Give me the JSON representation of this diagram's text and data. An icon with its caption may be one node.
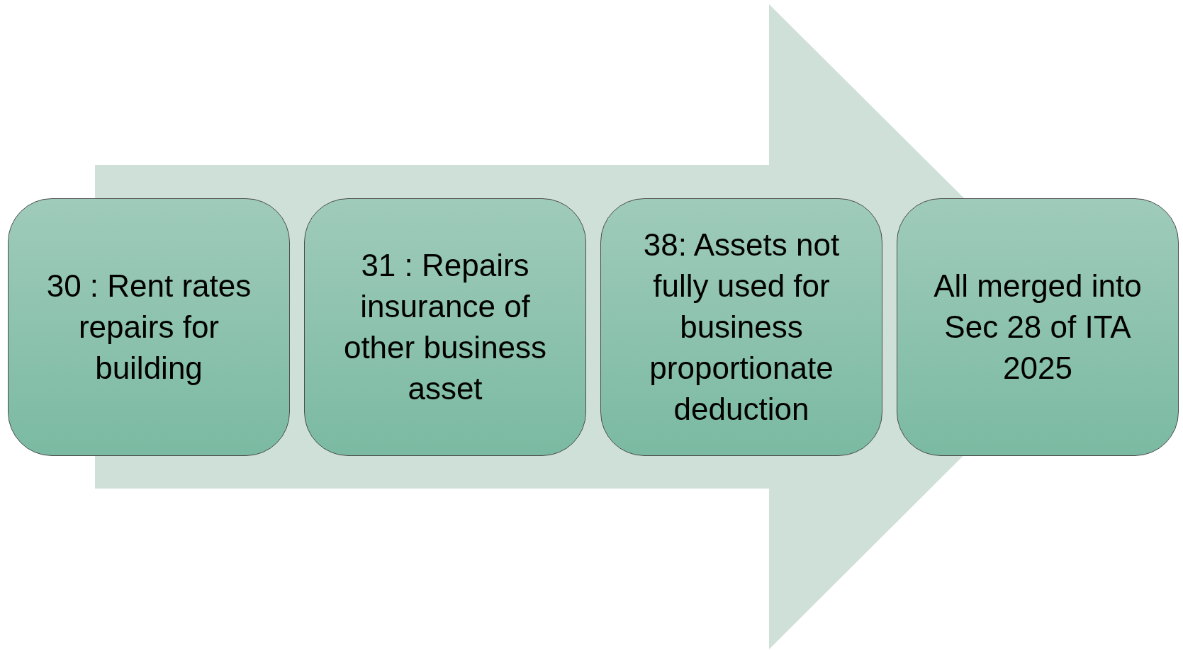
{
  "diagram": {
    "nodes": [
      {
        "text": [
          "30 : Rent rates repairs for building"
        ]
      },
      {
        "text": [
          "31 : Repairs insurance of other business asset"
        ]
      },
      {
        "text": [
          "38: Assets not fully used for business proportionate deduction"
        ]
      },
      {
        "text": [
          "All merged into Sec 28 of ITA 2025"
        ]
      }
    ],
    "edges": [
      {
        "from": 0,
        "to": 3,
        "arrow": "to",
        "style": "thick",
        "color": "#cfe0d8"
      }
    ]
  }
}
